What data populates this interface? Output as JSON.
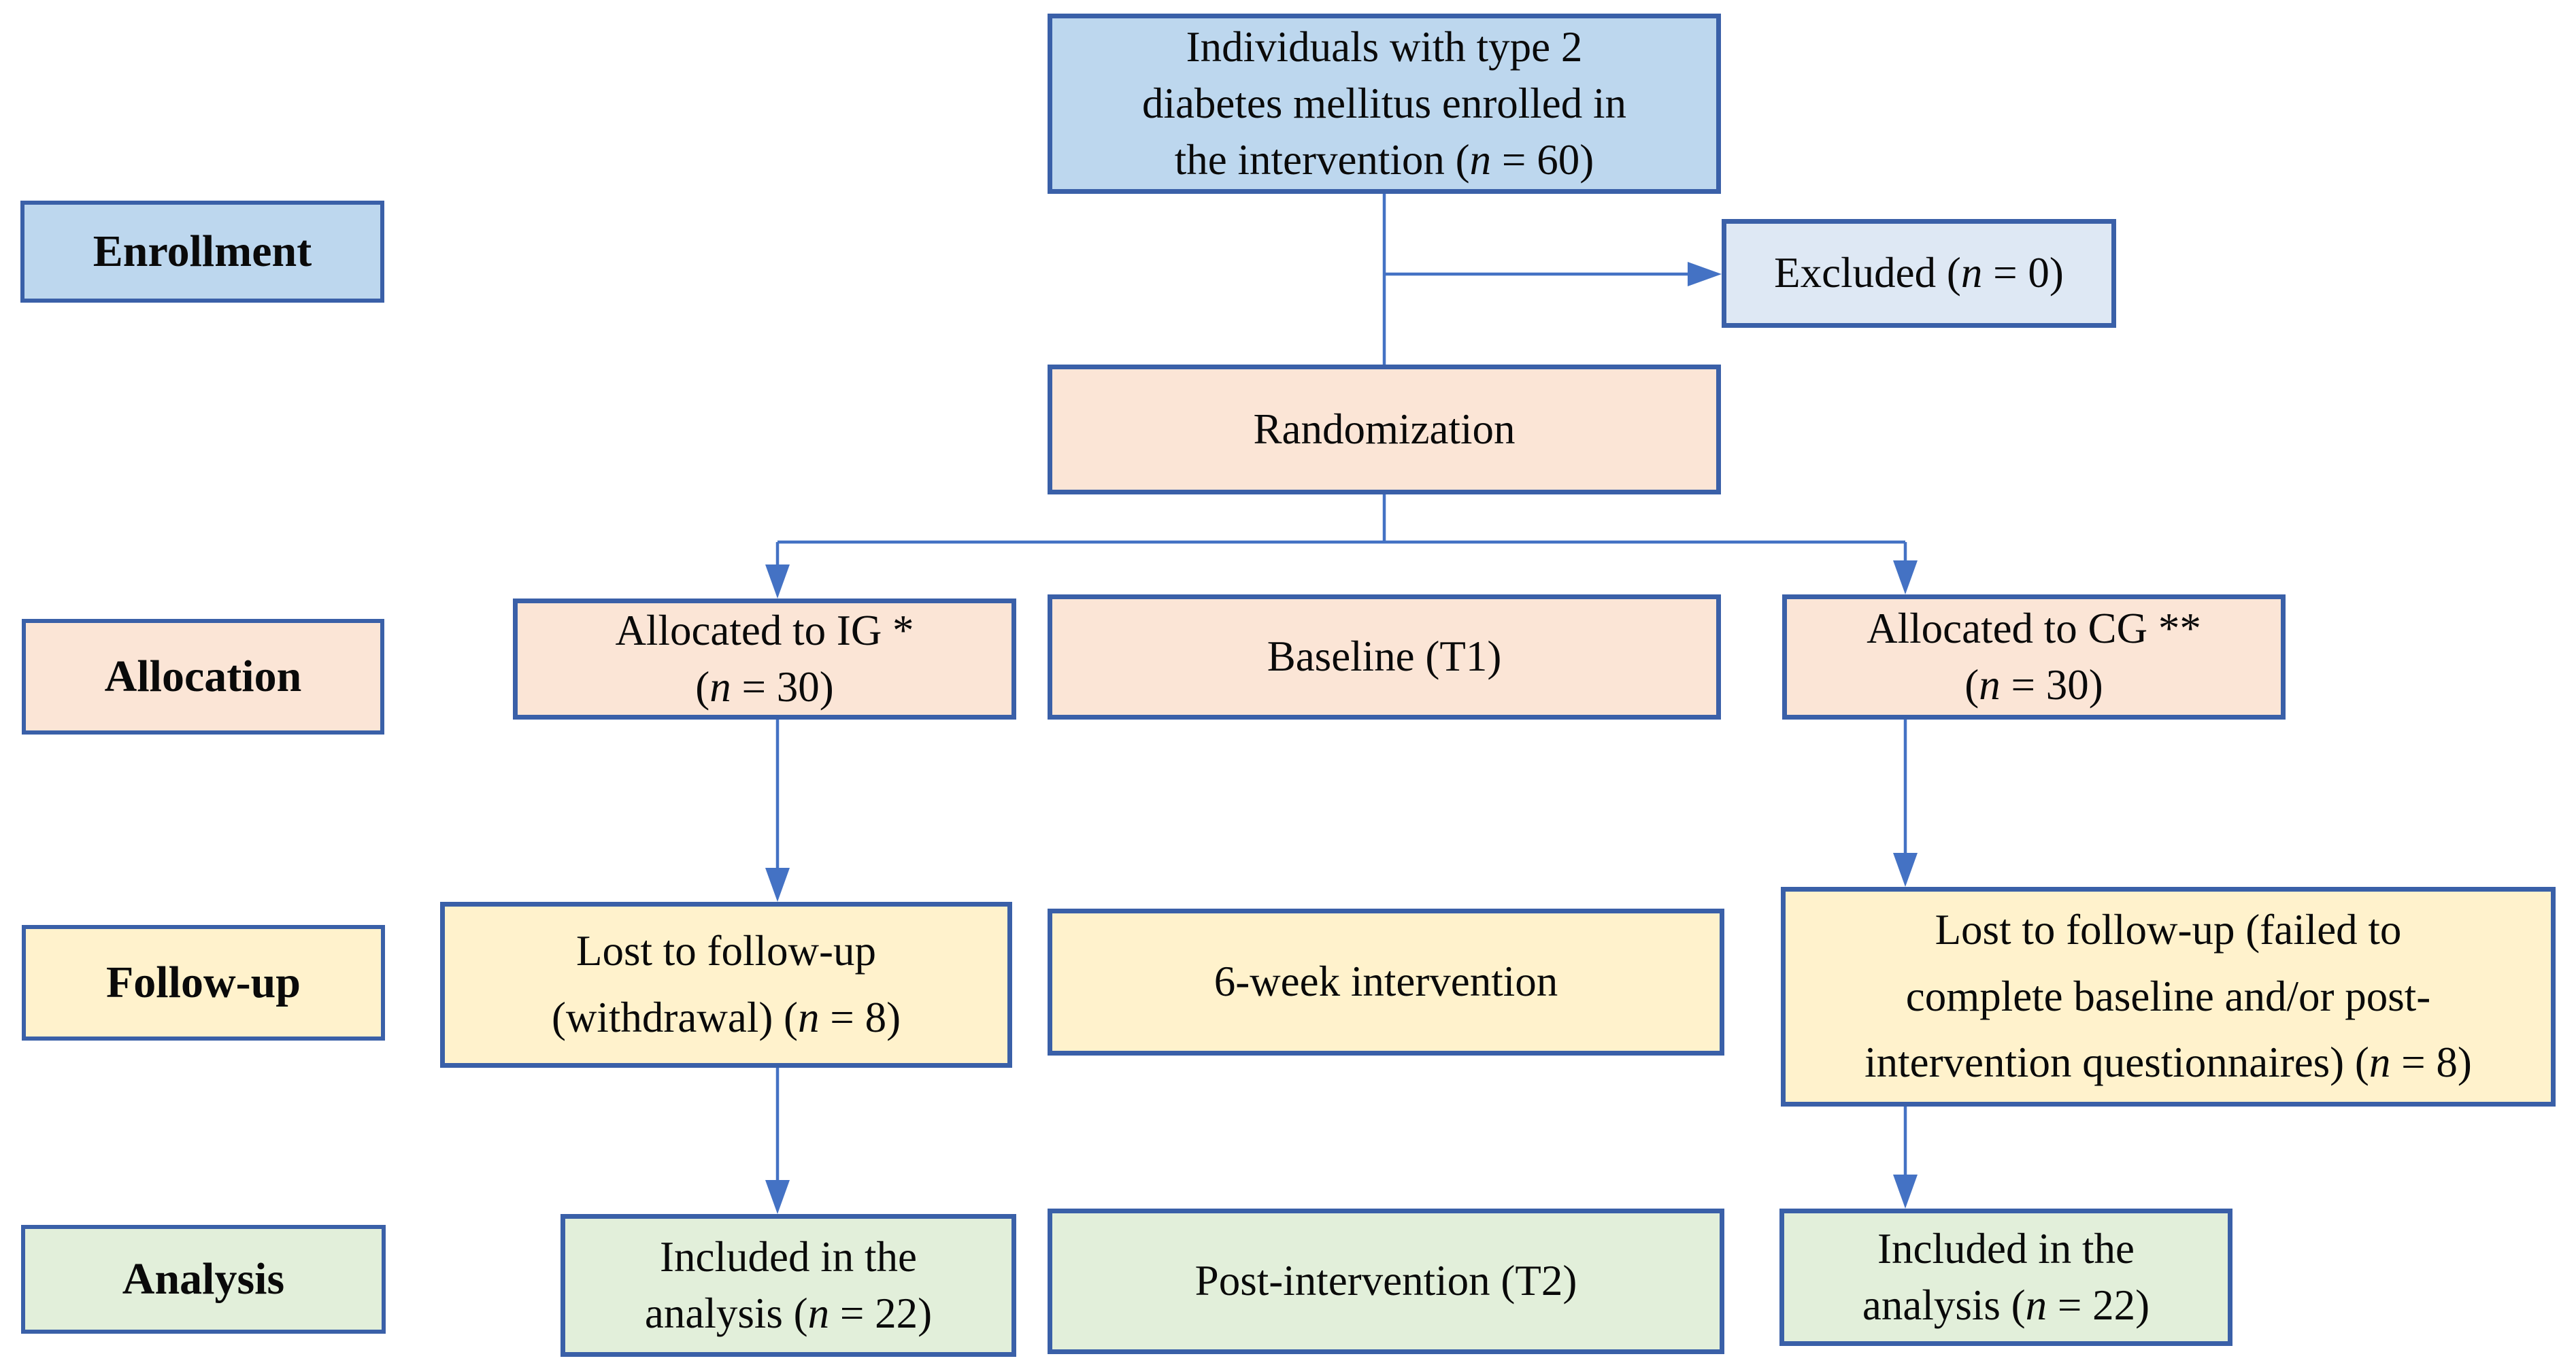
{
  "colors": {
    "border": "#3a60a8",
    "arrow": "#4472c4",
    "blue": "#bdd7ee",
    "light-blue": "#dee8f4",
    "peach": "#fbe5d6",
    "yellow": "#fff2cc",
    "green": "#e2efda",
    "text": "#0a0a0a"
  },
  "stages": [
    {
      "label": "Enrollment"
    },
    {
      "label": "Allocation"
    },
    {
      "label": "Follow-up"
    },
    {
      "label": "Analysis"
    }
  ],
  "flow": {
    "enrolled": {
      "lines": [
        "Individuals with type 2",
        "diabetes mellitus enrolled in",
        "the intervention (n = 60)"
      ],
      "n": 60
    },
    "excluded": {
      "text": "Excluded (n = 0)",
      "n": 0
    },
    "randomization": {
      "text": "Randomization"
    },
    "allocated_ig": {
      "lines": [
        "Allocated to IG *",
        "(n = 30)"
      ],
      "n": 30
    },
    "baseline": {
      "text": "Baseline (T1)"
    },
    "allocated_cg": {
      "lines": [
        "Allocated to CG **",
        "(n = 30)"
      ],
      "n": 30
    },
    "lost_ig": {
      "lines": [
        "Lost to follow-up",
        "(withdrawal) (n = 8)"
      ],
      "n": 8
    },
    "intervention": {
      "text": "6-week intervention"
    },
    "lost_cg": {
      "lines": [
        "Lost to follow-up (failed to",
        "complete baseline and/or post-",
        "intervention questionnaires) (n = 8)"
      ],
      "n": 8
    },
    "included_ig": {
      "lines": [
        "Included in the",
        "analysis (n = 22)"
      ],
      "n": 22
    },
    "post_intervention": {
      "text": "Post-intervention (T2)"
    },
    "included_cg": {
      "lines": [
        "Included in the",
        "analysis (n = 22)"
      ],
      "n": 22
    }
  }
}
